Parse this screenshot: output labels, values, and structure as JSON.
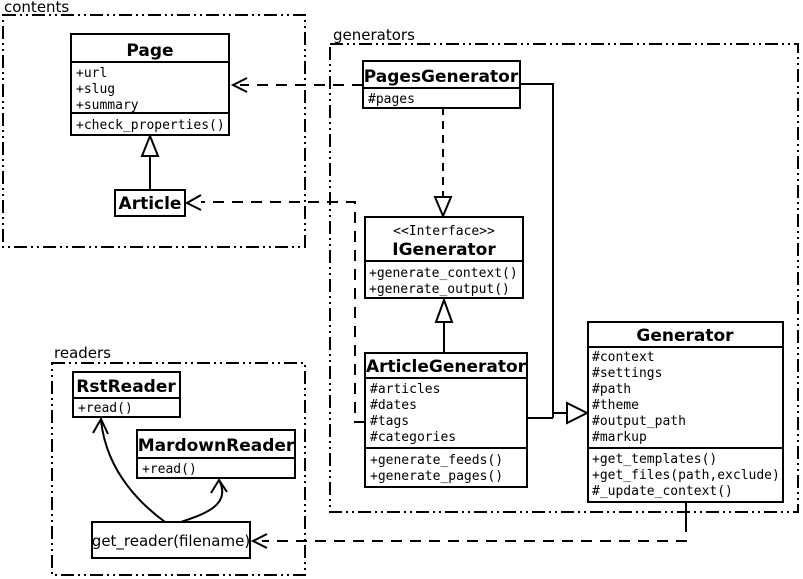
{
  "packages": {
    "contents": {
      "label": "contents"
    },
    "generators": {
      "label": "generators"
    },
    "readers": {
      "label": "readers"
    }
  },
  "classes": {
    "page": {
      "name": "Page",
      "attributes": [
        "+url",
        "+slug",
        "+summary"
      ],
      "methods": [
        "+check_properties()"
      ]
    },
    "article": {
      "name": "Article"
    },
    "pages_generator": {
      "name": "PagesGenerator",
      "attributes": [
        "#pages"
      ]
    },
    "igenerator": {
      "stereotype": "<<Interface>>",
      "name": "IGenerator",
      "methods": [
        "+generate_context()",
        "+generate_output()"
      ]
    },
    "article_generator": {
      "name": "ArticleGenerator",
      "attributes": [
        "#articles",
        "#dates",
        "#tags",
        "#categories"
      ],
      "methods": [
        "+generate_feeds()",
        "+generate_pages()"
      ]
    },
    "generator": {
      "name": "Generator",
      "attributes": [
        "#context",
        "#settings",
        "#path",
        "#theme",
        "#output_path",
        "#markup"
      ],
      "methods": [
        "+get_templates()",
        "+get_files(path,exclude)",
        "#_update_context()"
      ]
    },
    "rst_reader": {
      "name": "RstReader",
      "methods": [
        "+read()"
      ]
    },
    "mardown_reader": {
      "name": "MardownReader",
      "methods": [
        "+read()"
      ]
    }
  },
  "functions": {
    "get_reader": {
      "label": "get_reader(filename)"
    }
  },
  "relationships": [
    {
      "type": "generalization",
      "from": "Article",
      "to": "Page"
    },
    {
      "type": "dependency",
      "from": "PagesGenerator",
      "to": "Page"
    },
    {
      "type": "dependency",
      "from": "ArticleGenerator",
      "to": "Article"
    },
    {
      "type": "realization",
      "from": "PagesGenerator",
      "to": "IGenerator"
    },
    {
      "type": "generalization",
      "from": "ArticleGenerator",
      "to": "IGenerator"
    },
    {
      "type": "generalization",
      "from": "PagesGenerator",
      "to": "Generator"
    },
    {
      "type": "generalization",
      "from": "ArticleGenerator",
      "to": "Generator"
    },
    {
      "type": "dependency",
      "from": "Generator",
      "to": "get_reader(filename)"
    },
    {
      "type": "arrow",
      "from": "get_reader(filename)",
      "to": "RstReader"
    },
    {
      "type": "arrow",
      "from": "get_reader(filename)",
      "to": "MardownReader"
    }
  ],
  "colors": {
    "background": "#ffffff",
    "line": "#000000",
    "box_fill": "#ffffff",
    "text": "#000000"
  }
}
